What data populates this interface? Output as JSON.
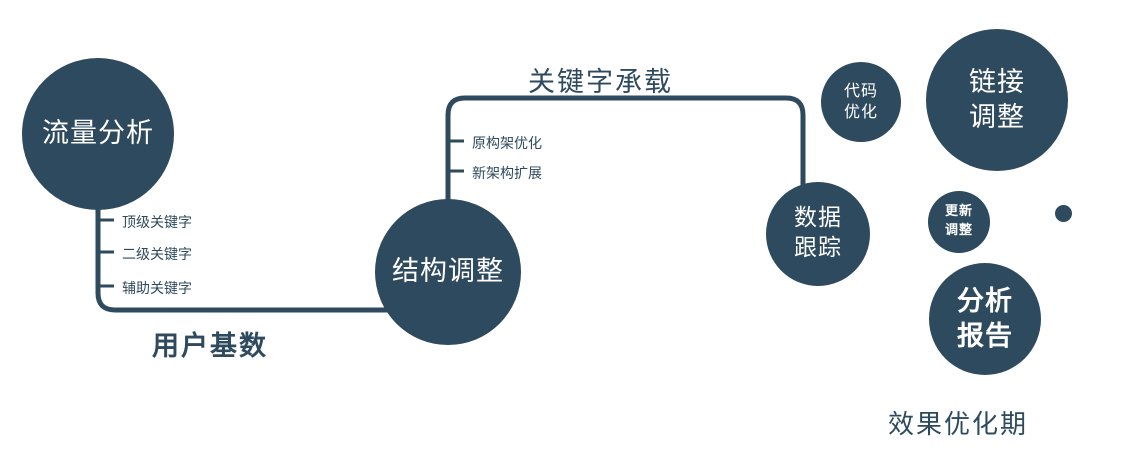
{
  "colors": {
    "primary": "#2e4a5e",
    "node_text": "#ffffff"
  },
  "nodes": {
    "traffic_analysis": {
      "label": "流量分析"
    },
    "structure_adjust": {
      "label": "结构调整"
    },
    "data_tracking": {
      "line1": "数据",
      "line2": "跟踪"
    },
    "code_optimize": {
      "line1": "代码",
      "line2": "优化"
    },
    "link_adjust": {
      "line1": "链接",
      "line2": "调整"
    },
    "update_adjust": {
      "line1": "更新",
      "line2": "调整"
    },
    "analysis_report": {
      "line1": "分析",
      "line2": "报告"
    }
  },
  "edge_labels": {
    "user_base": "用户基数",
    "keyword_carry": "关键字承载"
  },
  "branch_labels": {
    "traffic": [
      "顶级关键字",
      "二级关键字",
      "辅助关键字"
    ],
    "structure": [
      "原构架优化",
      "新架构扩展"
    ]
  },
  "caption": "效果优化期"
}
